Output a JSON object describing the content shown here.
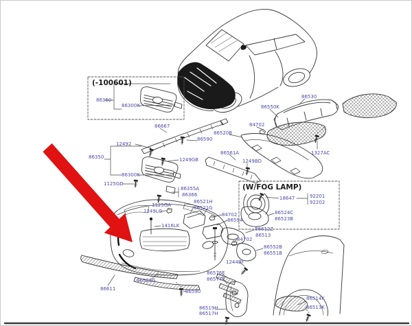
{
  "diagram": {
    "kind": "exploded-parts-diagram",
    "subject": "front bumper and grille assembly with vehicle overview sketch",
    "arrow_color": "#e01212",
    "label_color": "#4a4aa8",
    "line_color": "#333333"
  },
  "boxes": [
    {
      "name": "early-production-box",
      "title": "(-100601)"
    },
    {
      "name": "fog-lamp-box",
      "title": "(W/FOG LAMP)"
    }
  ],
  "labels": [
    {
      "text": "86360"
    },
    {
      "text": "86300K"
    },
    {
      "text": "12492"
    },
    {
      "text": "86350"
    },
    {
      "text": "86300K"
    },
    {
      "text": "1249GB"
    },
    {
      "text": "1125GD"
    },
    {
      "text": "86667"
    },
    {
      "text": "86590"
    },
    {
      "text": "86520B"
    },
    {
      "text": "84702"
    },
    {
      "text": "86550K"
    },
    {
      "text": "86530"
    },
    {
      "text": "1327AC"
    },
    {
      "text": "86561A"
    },
    {
      "text": "1249BD"
    },
    {
      "text": "86355A"
    },
    {
      "text": "86366"
    },
    {
      "text": "86521H"
    },
    {
      "text": "86521G"
    },
    {
      "text": "1125GA"
    },
    {
      "text": "1249LG"
    },
    {
      "text": "1416LK"
    },
    {
      "text": "84702"
    },
    {
      "text": "86594"
    },
    {
      "text": "18647"
    },
    {
      "text": "92201"
    },
    {
      "text": "92202"
    },
    {
      "text": "86524C"
    },
    {
      "text": "86523B"
    },
    {
      "text": "86612Z"
    },
    {
      "text": "86513"
    },
    {
      "text": "84702"
    },
    {
      "text": "86552B"
    },
    {
      "text": "86551B"
    },
    {
      "text": "1244BF"
    },
    {
      "text": "86576E"
    },
    {
      "text": "86577E"
    },
    {
      "text": "86611"
    },
    {
      "text": "86525G"
    },
    {
      "text": "86590"
    },
    {
      "text": "86519H"
    },
    {
      "text": "86517H"
    },
    {
      "text": "86514K"
    },
    {
      "text": "86513K"
    }
  ]
}
